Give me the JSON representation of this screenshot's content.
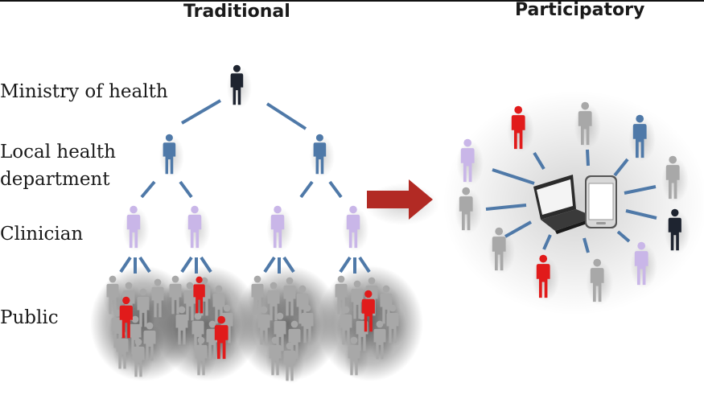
{
  "titles": {
    "traditional": "Traditional",
    "participatory": "Participatory"
  },
  "levels": {
    "ministry": "Ministry of health",
    "local_line1": "Local health",
    "local_line2": "department",
    "clinician": "Clinician",
    "public": "Public"
  },
  "colors": {
    "ministry": "#1e2430",
    "local": "#4f79a8",
    "clinician": "#c9b6e8",
    "public": "#a8a8a8",
    "highlight": "#e11b1b",
    "connector": "#4f79a8",
    "arrow": "#b22a24"
  },
  "icons": {
    "person": "person-icon",
    "laptop": "laptop-icon",
    "phone": "smartphone-icon",
    "arrow": "right-arrow-icon"
  }
}
